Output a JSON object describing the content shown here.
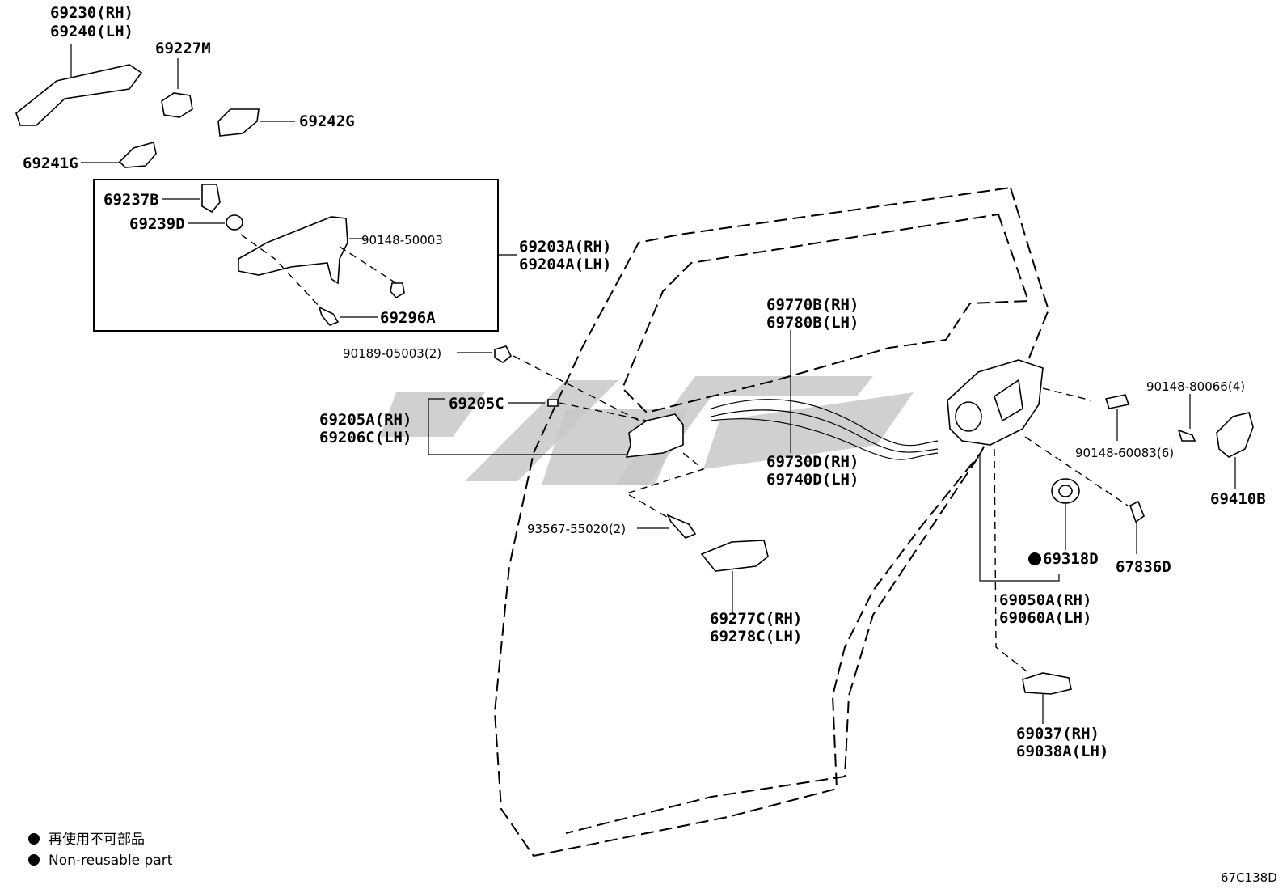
{
  "labels": {
    "l69230": "69230(RH)",
    "l69240": "69240(LH)",
    "l69227M": "69227M",
    "l69242G": "69242G",
    "l69241G": "69241G",
    "l69237B": "69237B",
    "l69239D": "69239D",
    "l90148_50003": "90148-50003",
    "l69203A": "69203A(RH)",
    "l69204A": "69204A(LH)",
    "l69296A": "69296A",
    "l90189": "90189-05003(2)",
    "l69205C": "69205C",
    "l69205A": "69205A(RH)",
    "l69206C": "69206C(LH)",
    "l93567": "93567-55020(2)",
    "l69277C": "69277C(RH)",
    "l69278C": "69278C(LH)",
    "l69770B": "69770B(RH)",
    "l69780B": "69780B(LH)",
    "l69730D": "69730D(RH)",
    "l69740D": "69740D(LH)",
    "l90148_80066": "90148-80066(4)",
    "l90148_60083": "90148-60083(6)",
    "l69410B": "69410B",
    "l69318D": "69318D",
    "l67836D": "67836D",
    "l69050A": "69050A(RH)",
    "l69060A": "69060A(LH)",
    "l69037": "69037(RH)",
    "l69038A": "69038A(LH)"
  },
  "legend": {
    "line1": "再使用不可部品",
    "line2": "Non-reusable part"
  },
  "diagram_code": "67C138D"
}
